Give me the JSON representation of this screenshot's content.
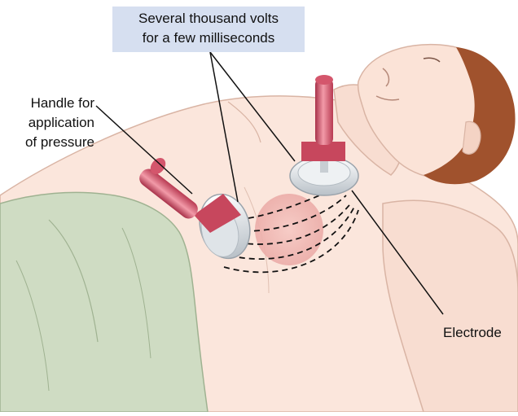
{
  "callout": {
    "line1": "Several thousand volts",
    "line2": "for a few milliseconds"
  },
  "handle_label": {
    "line1": "Handle for",
    "line2": "application",
    "line3": "of pressure"
  },
  "electrode_label": "Electrode",
  "colors": {
    "skin": "#fbe6dc",
    "skin_outline": "#d9b4a4",
    "hair": "#a0522d",
    "sheet": "#cfdcc3",
    "sheet_outline": "#9fb291",
    "handle": "#c7475d",
    "paddle": "#e8ecef",
    "heart": "#f0b9b4",
    "callout_bg": "#d6dff0"
  }
}
